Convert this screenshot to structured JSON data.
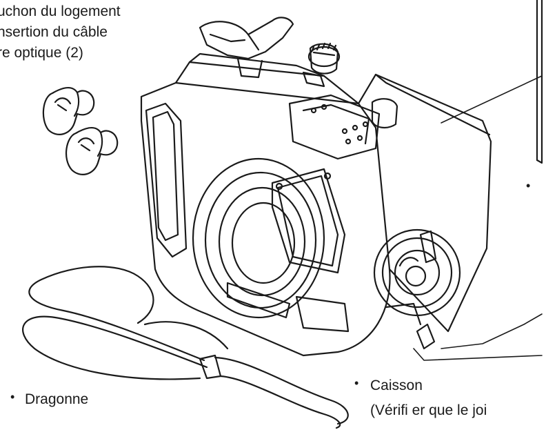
{
  "labels": {
    "cap_line1": "uchon du logement",
    "cap_line2": "nsertion du câble",
    "cap_line3": "re optique (2)",
    "strap": "Dragonne",
    "case": "Caisson",
    "case_note": "(Vérifi er que le joi",
    "bullet": "•"
  },
  "colors": {
    "ink": "#1a1a1a",
    "paper": "#ffffff"
  }
}
